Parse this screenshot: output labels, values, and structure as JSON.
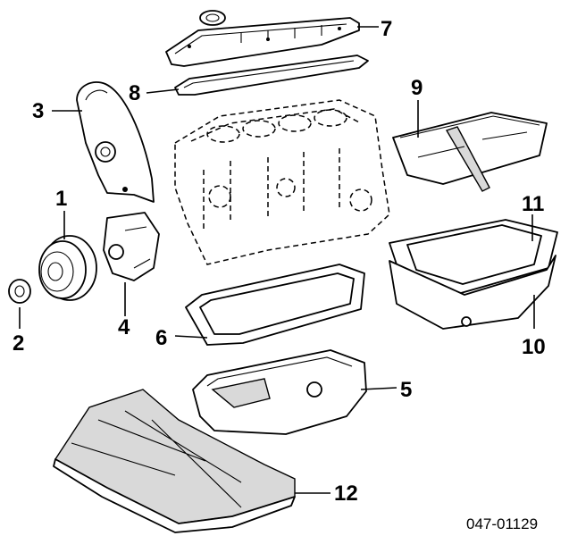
{
  "diagram": {
    "callouts": [
      {
        "id": "1",
        "text": "1"
      },
      {
        "id": "2",
        "text": "2"
      },
      {
        "id": "3",
        "text": "3"
      },
      {
        "id": "4",
        "text": "4"
      },
      {
        "id": "5",
        "text": "5"
      },
      {
        "id": "6",
        "text": "6"
      },
      {
        "id": "7",
        "text": "7"
      },
      {
        "id": "8",
        "text": "8"
      },
      {
        "id": "9",
        "text": "9"
      },
      {
        "id": "10",
        "text": "10"
      },
      {
        "id": "11",
        "text": "11"
      },
      {
        "id": "12",
        "text": "12"
      }
    ],
    "drawing_number": "047-01129"
  }
}
